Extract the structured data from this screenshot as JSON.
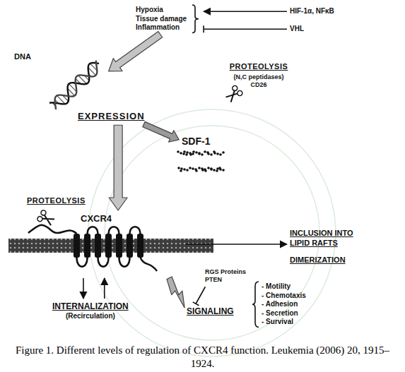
{
  "diagram": {
    "caption": "Figure 1. Different levels of regulation of CXCR4 function. Leukemia (2006) 20, 1915–1924.",
    "nodes": [
      {
        "text": [
          "Hypoxia",
          "Tissue damage",
          "Inflammation"
        ]
      },
      {
        "text": [
          "HIF-1α, NFκB"
        ]
      },
      {
        "text": [
          "VHL"
        ]
      },
      {
        "text": [
          "DNA"
        ]
      },
      {
        "text": [
          "EXPRESSION"
        ]
      },
      {
        "text": [
          "SDF-1"
        ]
      },
      {
        "text": [
          "PROTEOLYSIS",
          "(N,C peptidases) CD26"
        ]
      },
      {
        "text": [
          "PROTEOLYSIS"
        ]
      },
      {
        "text": [
          "CXCR4"
        ]
      },
      {
        "text": [
          "INCLUSION INTO LIPID RAFTS",
          "DIMERIZATION"
        ]
      },
      {
        "text": [
          "INTERNALIZATION",
          "(Recirculation)"
        ]
      },
      {
        "text": [
          "RGS Proteins PTEN"
        ]
      },
      {
        "text": [
          "SIGNALING"
        ]
      },
      {
        "text": [
          "- Motility",
          "- Chemotaxis",
          "- Adhesion",
          "- Secretion",
          "- Survival"
        ]
      }
    ],
    "edges": [
      {
        "from": 1,
        "to": 0,
        "arrow": "to"
      },
      {
        "from": 2,
        "to": 0,
        "arrow": "none"
      },
      {
        "from": 0,
        "to": 3,
        "arrow": "to"
      },
      {
        "from": 4,
        "to": 8,
        "arrow": "to"
      },
      {
        "from": 4,
        "to": 5,
        "arrow": "to"
      },
      {
        "from": 8,
        "to": 9,
        "arrow": "to"
      },
      {
        "from": 8,
        "to": 10,
        "arrow": "to"
      },
      {
        "from": 10,
        "to": 8,
        "arrow": "to"
      },
      {
        "from": 8,
        "to": 12,
        "arrow": "to"
      },
      {
        "from": 11,
        "to": 12,
        "arrow": "none"
      }
    ]
  }
}
